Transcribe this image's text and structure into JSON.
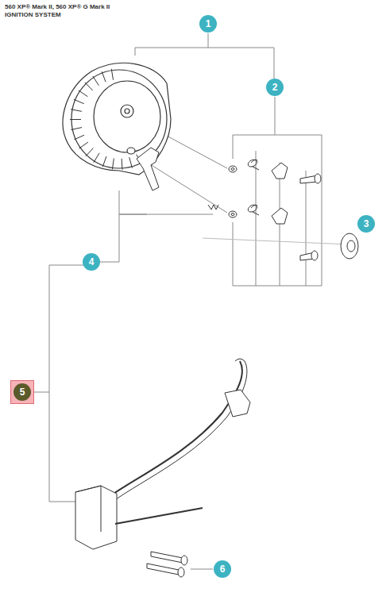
{
  "diagram": {
    "title": "560 XP® Mark II, 560 XP® G Mark II",
    "labels": [
      "IGNITION SYSTEM",
      "1",
      "2",
      "3",
      "4",
      "5",
      "6"
    ]
  }
}
